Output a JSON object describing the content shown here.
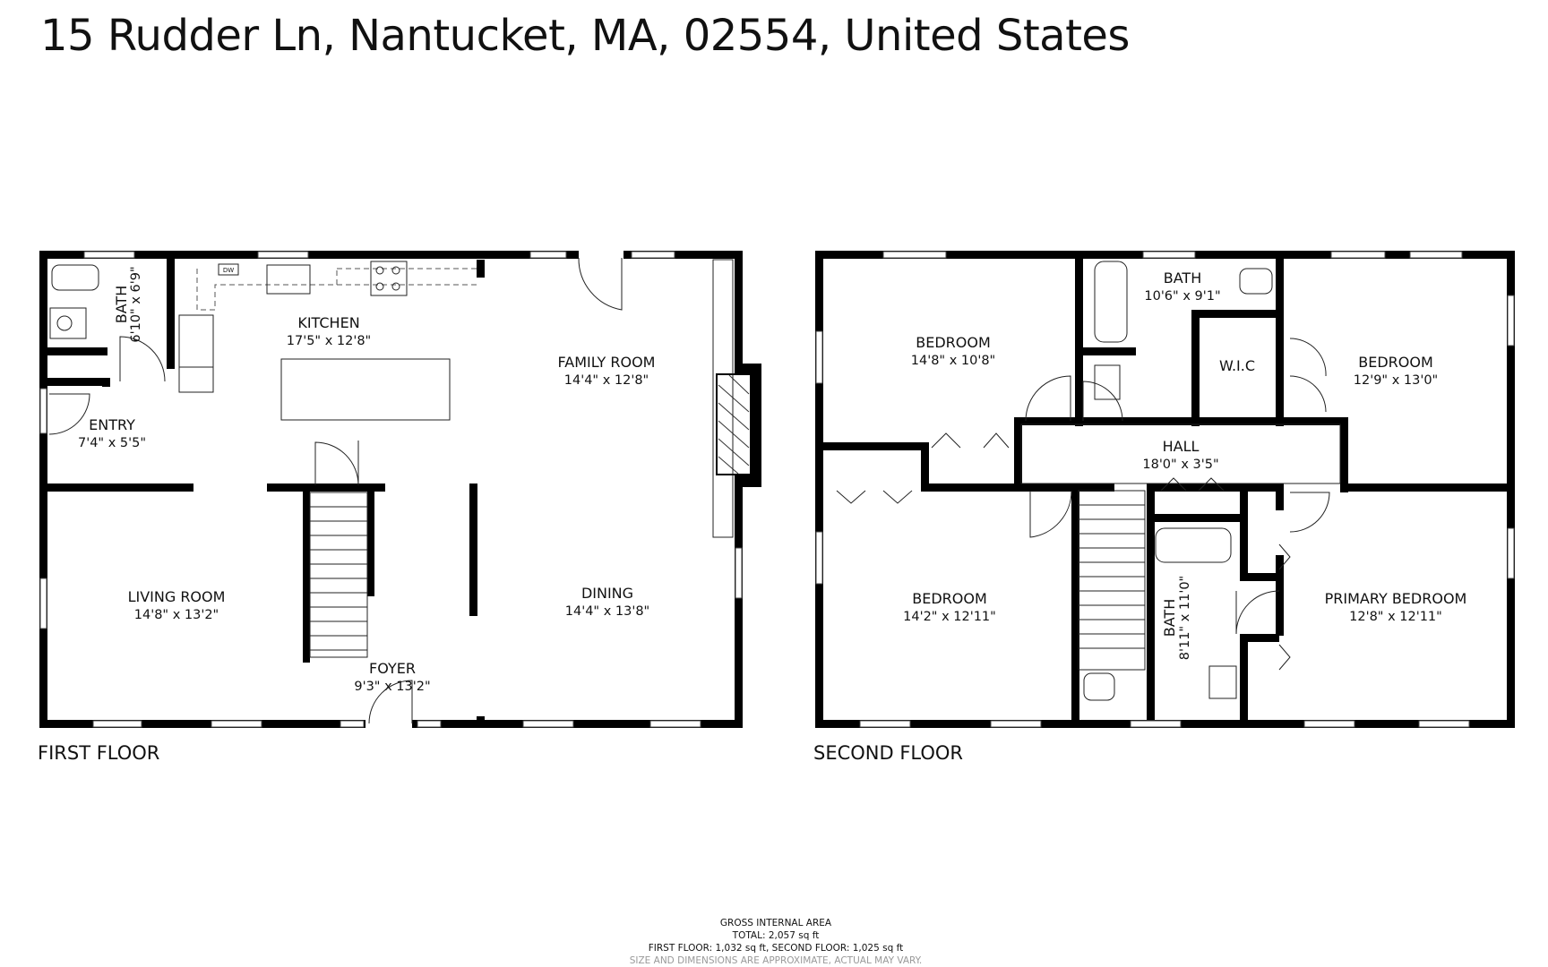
{
  "title": "15 Rudder Ln, Nantucket, MA, 02554, United States",
  "floors": {
    "first": {
      "label": "FIRST FLOOR",
      "rooms": {
        "bath": {
          "name": "BATH",
          "dims": "6'10\" x 6'9\""
        },
        "kitchen": {
          "name": "KITCHEN",
          "dims": "17'5\" x 12'8\""
        },
        "family": {
          "name": "FAMILY ROOM",
          "dims": "14'4\" x 12'8\""
        },
        "entry": {
          "name": "ENTRY",
          "dims": "7'4\" x 5'5\""
        },
        "living": {
          "name": "LIVING ROOM",
          "dims": "14'8\" x 13'2\""
        },
        "dining": {
          "name": "DINING",
          "dims": "14'4\" x 13'8\""
        },
        "foyer": {
          "name": "FOYER",
          "dims": "9'3\" x 13'2\""
        }
      },
      "appliance_label": "DW"
    },
    "second": {
      "label": "SECOND FLOOR",
      "rooms": {
        "bedroom_nw": {
          "name": "BEDROOM",
          "dims": "14'8\" x 10'8\""
        },
        "bath_top": {
          "name": "BATH",
          "dims": "10'6\" x 9'1\""
        },
        "wic": {
          "name": "W.I.C"
        },
        "bedroom_ne": {
          "name": "BEDROOM",
          "dims": "12'9\" x 13'0\""
        },
        "hall": {
          "name": "HALL",
          "dims": "18'0\" x 3'5\""
        },
        "bedroom_sw": {
          "name": "BEDROOM",
          "dims": "14'2\" x 12'11\""
        },
        "bath_mid": {
          "name": "BATH",
          "dims": "8'11\" x 11'0\""
        },
        "primary": {
          "name": "PRIMARY BEDROOM",
          "dims": "12'8\" x 12'11\""
        }
      }
    }
  },
  "footer": {
    "line1": "GROSS INTERNAL AREA",
    "line2": "TOTAL: 2,057 sq ft",
    "line3": "FIRST FLOOR: 1,032 sq ft, SECOND FLOOR: 1,025 sq ft",
    "line4": "SIZE AND DIMENSIONS ARE APPROXIMATE, ACTUAL MAY VARY."
  }
}
